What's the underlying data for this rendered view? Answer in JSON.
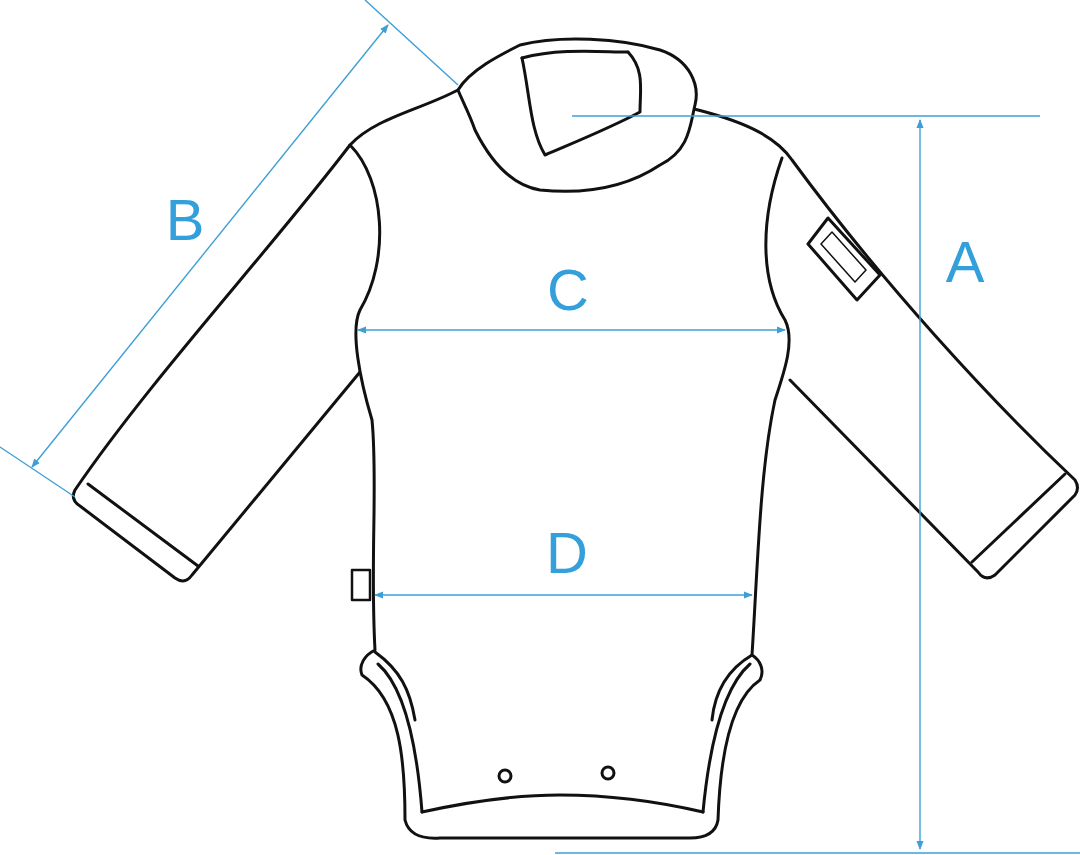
{
  "diagram": {
    "labels": [
      "B",
      "A",
      "C",
      "D"
    ]
  }
}
